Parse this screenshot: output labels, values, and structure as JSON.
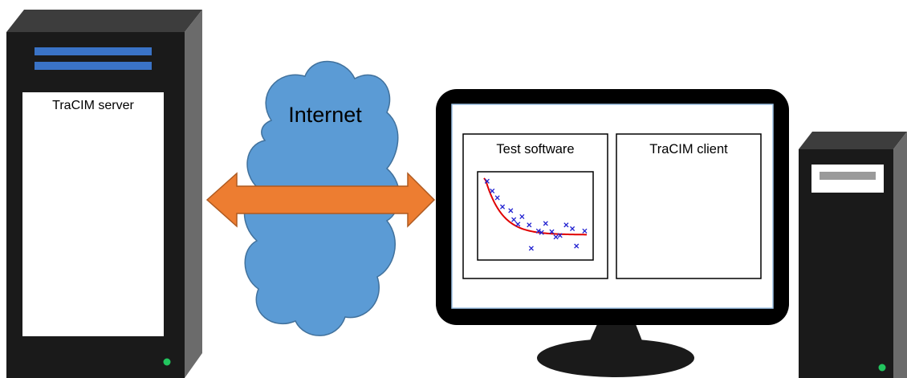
{
  "server": {
    "label": "TraCIM server"
  },
  "network": {
    "label": "Internet"
  },
  "monitor": {
    "left_panel_label": "Test software",
    "right_panel_label": "TraCIM client"
  },
  "colors": {
    "cabinet": "#1a1a1a",
    "cabinet_side": "#6b6b6b",
    "cabinet_top": "#3d3d3d",
    "accent_blue": "#3a73c6",
    "cloud_fill": "#5b9bd5",
    "cloud_stroke": "#41719c",
    "arrow_fill": "#ed7d31",
    "arrow_stroke": "#ae5a21",
    "power_led": "#22c55e",
    "plot_points": "#2020d0",
    "fit_curve": "#e00000",
    "drive_bar": "#9a9a9a"
  },
  "chart_data": {
    "type": "scatter",
    "title": "",
    "xlabel": "",
    "ylabel": "",
    "xlim": [
      0,
      10
    ],
    "ylim": [
      0,
      10
    ],
    "points": [
      {
        "x": 0.3,
        "y": 9.6
      },
      {
        "x": 0.8,
        "y": 8.3
      },
      {
        "x": 1.3,
        "y": 7.4
      },
      {
        "x": 1.8,
        "y": 6.2
      },
      {
        "x": 2.6,
        "y": 5.7
      },
      {
        "x": 2.9,
        "y": 4.5
      },
      {
        "x": 3.7,
        "y": 4.9
      },
      {
        "x": 3.3,
        "y": 3.9
      },
      {
        "x": 4.4,
        "y": 3.8
      },
      {
        "x": 4.6,
        "y": 0.7
      },
      {
        "x": 5.3,
        "y": 3.0
      },
      {
        "x": 5.6,
        "y": 2.8
      },
      {
        "x": 6.0,
        "y": 4.0
      },
      {
        "x": 6.6,
        "y": 2.9
      },
      {
        "x": 7.0,
        "y": 2.2
      },
      {
        "x": 7.4,
        "y": 2.4
      },
      {
        "x": 8.0,
        "y": 3.8
      },
      {
        "x": 8.6,
        "y": 3.3
      },
      {
        "x": 9.0,
        "y": 1.0
      },
      {
        "x": 9.8,
        "y": 3.0
      }
    ],
    "fit": {
      "type": "exponential",
      "a": 8.0,
      "k": 0.62,
      "c": 2.5
    }
  }
}
